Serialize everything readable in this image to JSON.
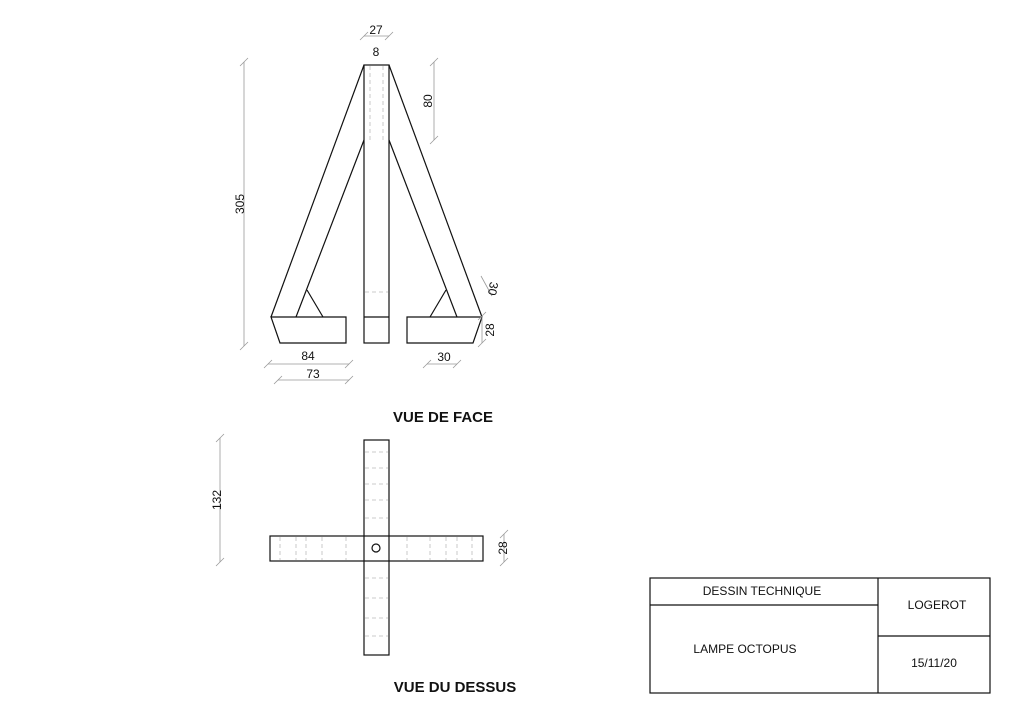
{
  "views": {
    "front_title": "VUE DE FACE",
    "top_title": "VUE DU DESSUS"
  },
  "dimensions": {
    "d27": "27",
    "d8": "8",
    "d80": "80",
    "d305": "305",
    "d30_angle": "30",
    "d28_front": "28",
    "d84": "84",
    "d73": "73",
    "d30_bottom": "30",
    "d132": "132",
    "d28_top": "28"
  },
  "title_block": {
    "header": "DESSIN TECHNIQUE",
    "project": "LAMPE OCTOPUS",
    "author": "LOGEROT",
    "date": "15/11/20"
  }
}
